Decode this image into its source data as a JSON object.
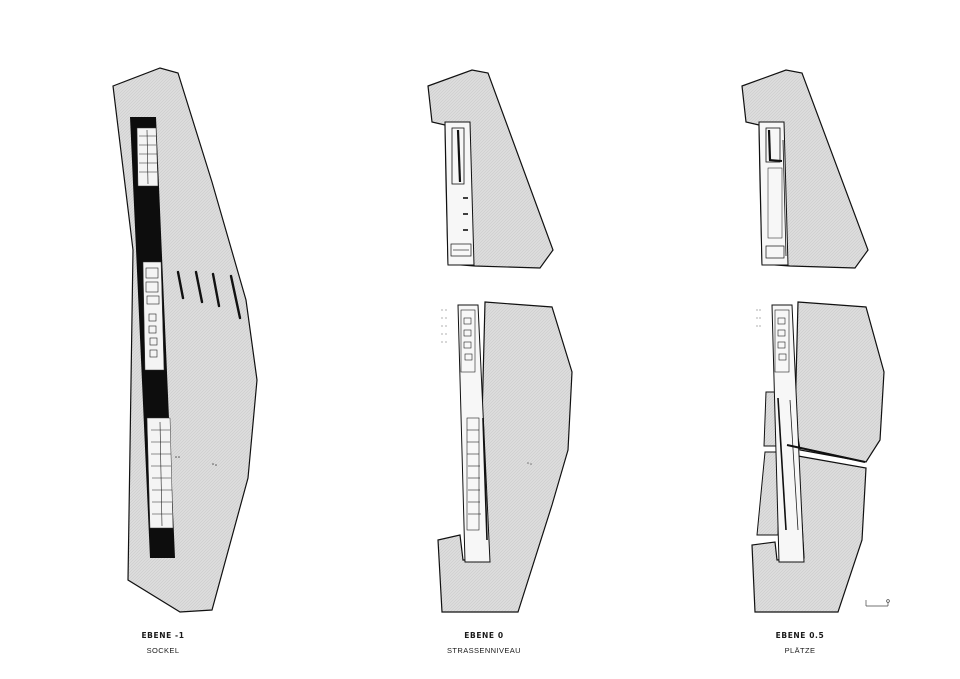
{
  "colors": {
    "ground": "#dcdcdc",
    "outline": "#111111",
    "plinth": "#0d0d0d",
    "inner": "#f7f7f7"
  },
  "plans": [
    {
      "title": "EBENE -1",
      "subtitle": "SOCKEL"
    },
    {
      "title": "EBENE 0",
      "subtitle": "STRASSENNIVEAU"
    },
    {
      "title": "EBENE 0.5",
      "subtitle": "PLÄTZE"
    }
  ]
}
